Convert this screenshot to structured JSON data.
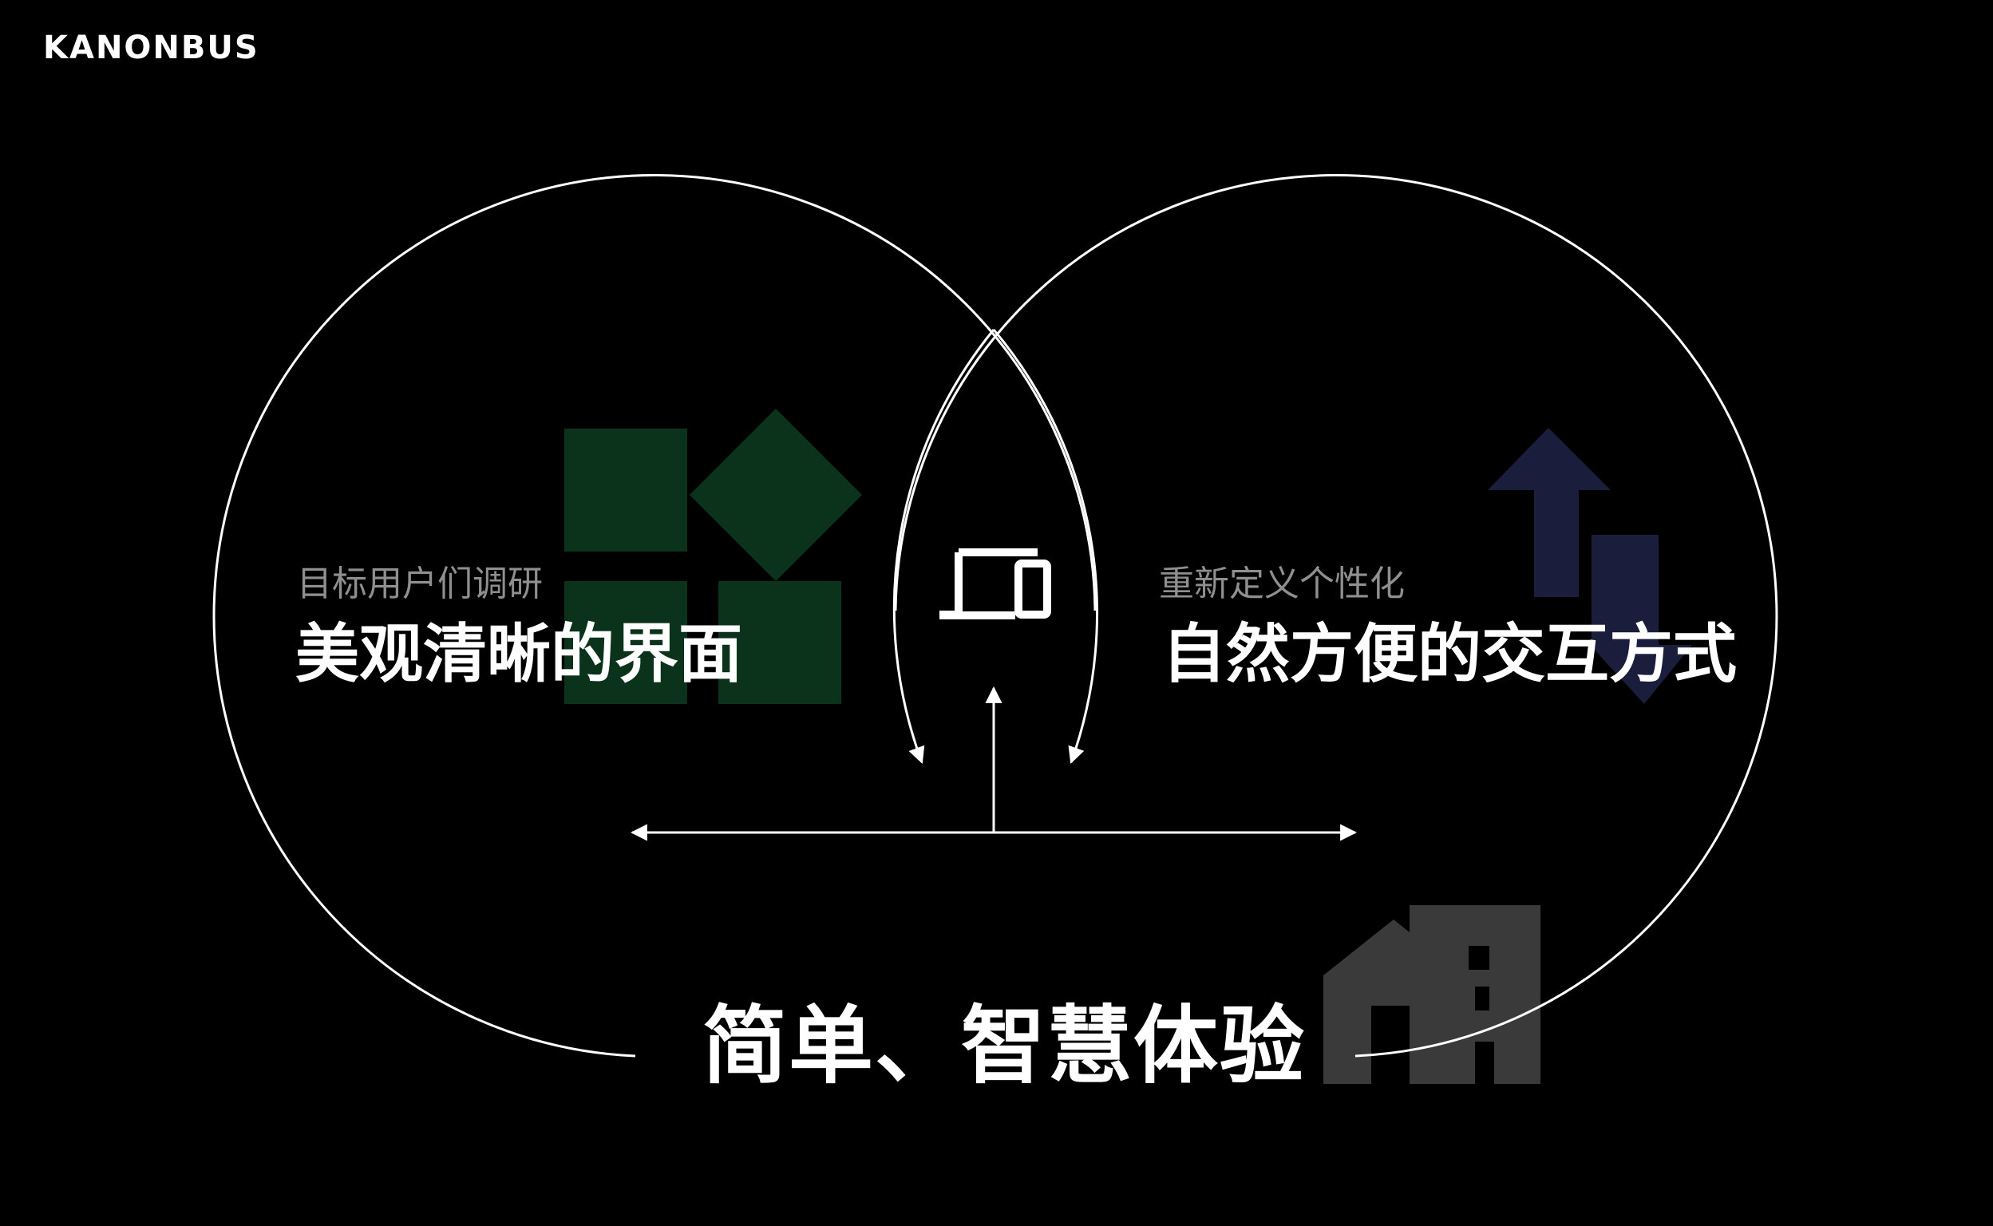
{
  "brand": {
    "logo_text": "KANONBUS"
  },
  "left": {
    "subtitle": "目标用户们调研",
    "headline": "美观清晰的界面"
  },
  "right": {
    "subtitle": "重新定义个性化",
    "headline": "自然方便的交互方式"
  },
  "footer": {
    "title": "简单、智慧体验"
  },
  "colors": {
    "background": "#000000",
    "line": "#ffffff",
    "green_blocks": "#0b331c",
    "navy_arrows": "#1b1d3d",
    "gray_house": "#3a3a3a",
    "subtitle_text": "#8f8f8f"
  },
  "icons": {
    "center": "devices-icon",
    "left": "blocks-icon",
    "right": "swap-arrows-icon",
    "bottom": "smart-home-icon"
  }
}
